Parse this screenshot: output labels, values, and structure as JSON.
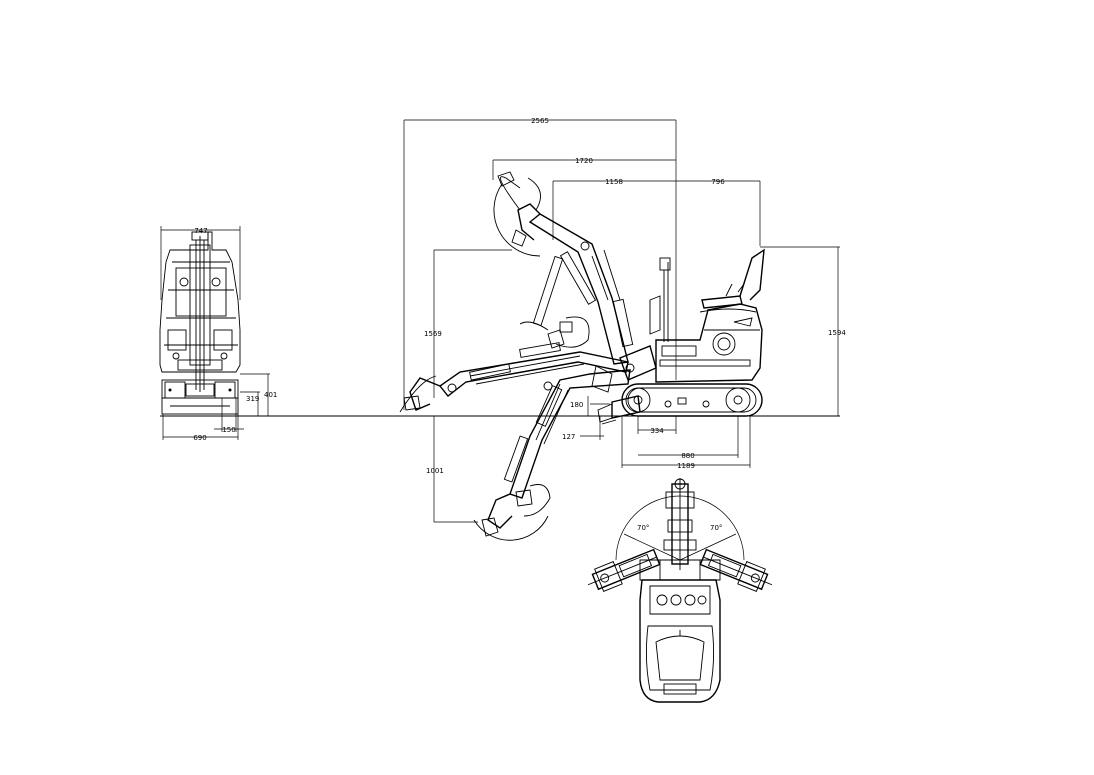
{
  "dimensions": {
    "front_width_top": "747",
    "front_track_width": "690",
    "front_track_gauge": "150",
    "front_clearance": "319",
    "front_height": "401",
    "max_reach": "2565",
    "reach_1720": "1720",
    "reach_1158": "1158",
    "rear_796": "796",
    "dump_height": "1569",
    "overall_height": "1594",
    "dig_depth": "1001",
    "blade_lift": "180",
    "blade_drop": "127",
    "track_width": "334",
    "tumbler_distance": "880",
    "track_length": "1189",
    "swing_left": "70°",
    "swing_right": "70°"
  }
}
